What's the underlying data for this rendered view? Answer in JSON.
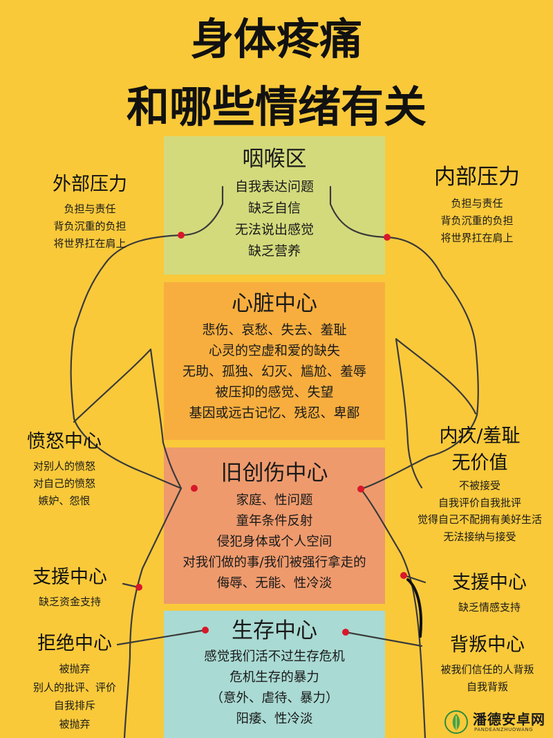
{
  "title": {
    "line1": "身体疼痛",
    "line2": "和哪些情绪有关"
  },
  "blocks": {
    "throat": {
      "title": "咽喉区",
      "lines": [
        "自我表达问题",
        "缺乏自信",
        "无法说出感觉",
        "缺乏营养"
      ],
      "color": "#D3DA7C"
    },
    "heart": {
      "title": "心脏中心",
      "lines": [
        "悲伤、哀愁、失去、羞耻",
        "心灵的空虚和爱的缺失",
        "无助、孤独、幻灭、尴尬、羞辱",
        "被压抑的感觉、失望",
        "基因或远古记忆、残忍、卑鄙"
      ],
      "color": "#F7AE3F"
    },
    "trauma": {
      "title": "旧创伤中心",
      "lines": [
        "家庭、性问题",
        "童年条件反射",
        "侵犯身体或个人空间",
        "对我们做的事/我们被强行拿走的",
        "侮辱、无能、性冷淡"
      ],
      "color": "#EE9A6D"
    },
    "survival": {
      "title": "生存中心",
      "lines": [
        "感觉我们活不过生存危机",
        "危机生存的暴力",
        "（意外、虐待、暴力）",
        "阳痿、性冷淡"
      ],
      "color": "#A9DAD3"
    }
  },
  "sides": {
    "external": {
      "title": "外部压力",
      "lines": [
        "负担与责任",
        "背负沉重的负担",
        "将世界扛在肩上"
      ]
    },
    "internal": {
      "title": "内部压力",
      "lines": [
        "负担与责任",
        "背负沉重的负担",
        "将世界扛在肩上"
      ]
    },
    "anger": {
      "title": "愤怒中心",
      "lines": [
        "对别人的愤怒",
        "对自己的愤怒",
        "嫉妒、怨恨"
      ]
    },
    "guilt": {
      "title": "内疚/羞耻",
      "title2": "无价值",
      "lines": [
        "不被接受",
        "自我评价自我批评",
        "觉得自己不配拥有美好生活",
        "无法接纳与接受"
      ]
    },
    "support_left": {
      "title": "支援中心",
      "lines": [
        "缺乏资金支持"
      ]
    },
    "support_right": {
      "title": "支援中心",
      "lines": [
        "缺乏情感支持"
      ]
    },
    "rejection": {
      "title": "拒绝中心",
      "lines": [
        "被抛弃",
        "别人的批评、评价",
        "自我排斥",
        "被抛弃"
      ]
    },
    "betrayal": {
      "title": "背叛中心",
      "lines": [
        "被我们信任的人背叛",
        "自我背叛"
      ]
    }
  },
  "watermark": {
    "name": "潘德安卓网",
    "subtitle": "PANDEANZHUOWANG"
  },
  "colors": {
    "background": "#F9C93A",
    "dot": "#D8182A"
  }
}
